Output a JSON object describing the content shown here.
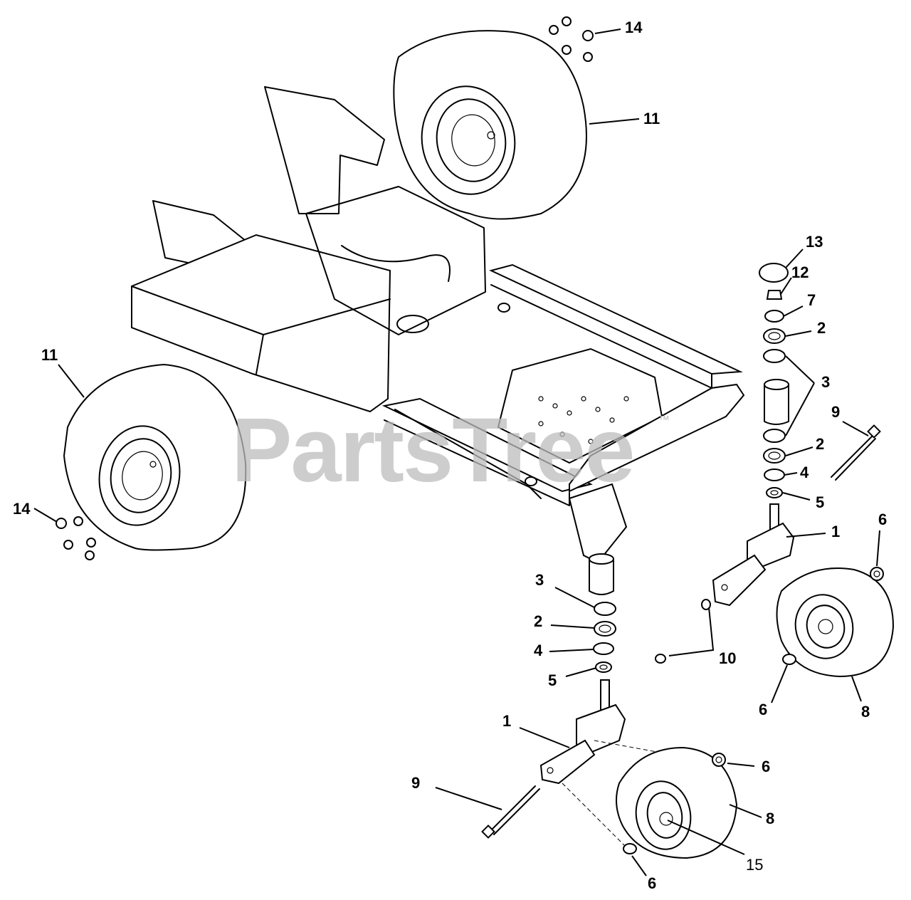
{
  "watermark": {
    "text": "PartsTree",
    "tm": "™"
  },
  "callouts": {
    "c14_top": "14",
    "c11_top": "11",
    "c13": "13",
    "c12": "12",
    "c7": "7",
    "c2_a": "2",
    "c3_right": "3",
    "c9_right": "9",
    "c2_b": "2",
    "c4_right": "4",
    "c5_right": "5",
    "c1_right": "1",
    "c6_top_right": "6",
    "c11_left": "11",
    "c14_left": "14",
    "c3_left": "3",
    "c2_left": "2",
    "c4_left": "4",
    "c5_left": "5",
    "c10": "10",
    "c6_mid_left": "6",
    "c8_right": "8",
    "c1_left": "1",
    "c6_mid": "6",
    "c9_left": "9",
    "c8_mid": "8",
    "c15": "15",
    "c6_bottom": "6"
  }
}
